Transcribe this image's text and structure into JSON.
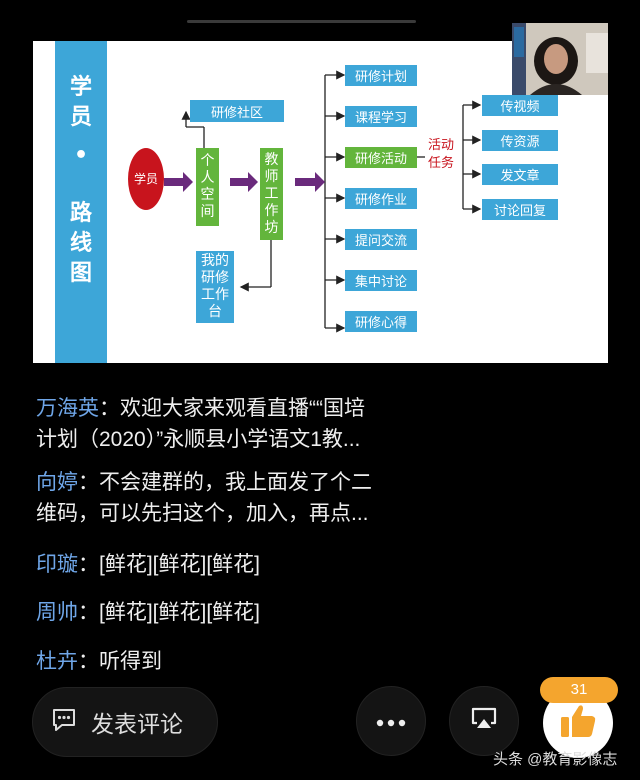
{
  "slide": {
    "sidebar_chars": [
      "学",
      "员",
      "•",
      "路",
      "线",
      "图"
    ],
    "learner": "学员",
    "personal_space": [
      "个",
      "人",
      "空",
      "间"
    ],
    "teacher_studio": [
      "教",
      "师",
      "工",
      "作",
      "坊"
    ],
    "community": "研修社区",
    "my_workbench": [
      "我的",
      "研修",
      "工作",
      "台"
    ],
    "modules": [
      "研修计划",
      "课程学习",
      "研修活动",
      "研修作业",
      "提问交流",
      "集中讨论",
      "研修心得"
    ],
    "task_label": [
      "活动",
      "任务"
    ],
    "tasks": [
      "传视频",
      "传资源",
      "发文章",
      "讨论回复"
    ]
  },
  "comments": [
    {
      "author": "万海英",
      "text": "：欢迎大家来观看直播““国培",
      "text2": "计划（2020）”永顺县小学语文1教..."
    },
    {
      "author": "向婷",
      "text": "：不会建群的，我上面发了个二",
      "text2": "维码，可以先扫这个，加入，再点..."
    },
    {
      "author": "印璇",
      "text": "：[鲜花][鲜花][鲜花]",
      "text2": ""
    },
    {
      "author": "周帅",
      "text": "：[鲜花][鲜花][鲜花]",
      "text2": ""
    },
    {
      "author": "杜卉",
      "text": "：听得到",
      "text2": ""
    }
  ],
  "bottom": {
    "comment_label": "发表评论",
    "like_count": "31",
    "watermark": "头条 @教育影像志"
  },
  "colors": {
    "slide_blue": "#3da6d8",
    "slide_green": "#63b53c",
    "author_blue": "#6fa6e8",
    "like_orange": "#f4a52e",
    "red": "#c8141d"
  },
  "icons": [
    "comment-icon",
    "more-icon",
    "cast-icon",
    "thumbs-up-icon"
  ]
}
